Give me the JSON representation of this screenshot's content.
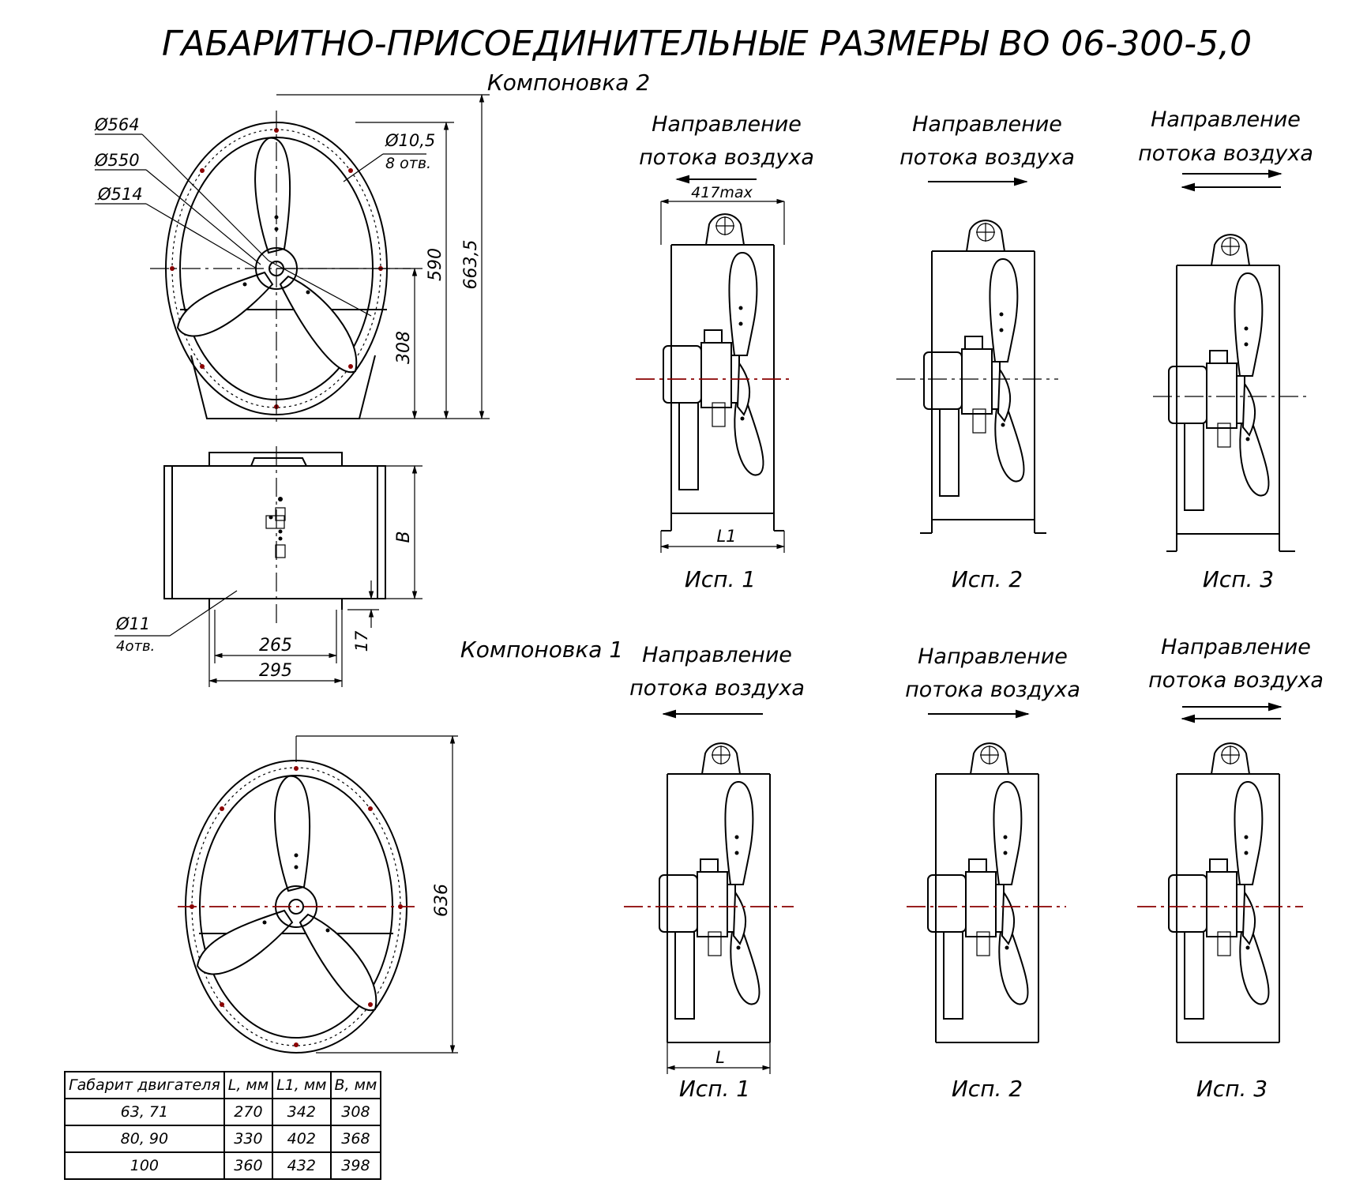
{
  "title": "ГАБАРИТНО-ПРИСОЕДИНИТЕЛЬНЫЕ РАЗМЕРЫ ВО 06-300-5,0",
  "layouts": {
    "layout2": "Компоновка 2",
    "layout1": "Компоновка 1"
  },
  "dimensions": {
    "d564": "Ø564",
    "d550": "Ø550",
    "d514": "Ø514",
    "d10_5": "Ø10,5",
    "holes8": "8 отв.",
    "h590": "590",
    "h663": "663,5",
    "h308": "308",
    "b": "B",
    "d11": "Ø11",
    "holes4": "4отв.",
    "w265": "265",
    "w295": "295",
    "h17": "17",
    "h636": "636",
    "max417": "417max",
    "l1": "L1",
    "l": "L"
  },
  "airflow": {
    "label_line1": "Направление",
    "label_line2": "потока воздуха"
  },
  "variants": [
    "Исп. 1",
    "Исп. 2",
    "Исп. 3"
  ],
  "table": {
    "headers": [
      "Габарит двигателя",
      "L, мм",
      "L1, мм",
      "B, мм"
    ],
    "rows": [
      [
        "63, 71",
        "270",
        "342",
        "308"
      ],
      [
        "80, 90",
        "330",
        "402",
        "368"
      ],
      [
        "100",
        "360",
        "432",
        "398"
      ]
    ]
  }
}
